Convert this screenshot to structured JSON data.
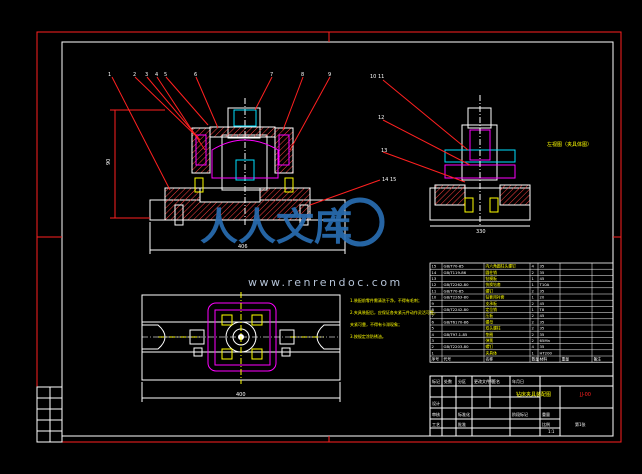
{
  "drawing": {
    "callouts": [
      "1",
      "2",
      "3",
      "4",
      "5",
      "6",
      "7",
      "8",
      "9",
      "10",
      "11",
      "12",
      "13",
      "14",
      "15"
    ],
    "dimensions": {
      "front_height": "90",
      "front_width": "406",
      "side_width": "330",
      "plan_width": "400"
    },
    "side_view_label": "左视图（夹具体图）",
    "tech_requirements": [
      "1.装配前零件需清洗干净，不得有毛刺；",
      "2.夹具装配后，应保证各夹紧元件动作灵活可靠，",
      "  夹紧可靠，不得有卡滞现象；",
      "3.按规定涂防锈油。"
    ]
  },
  "parts_list": {
    "rows": [
      {
        "no": "15",
        "code": "GB/T70-85",
        "name": "内六角圆柱头螺钉",
        "qty": "4",
        "material": "35",
        "weight": "",
        "note": ""
      },
      {
        "no": "14",
        "code": "GB/T119-86",
        "name": "圆柱销",
        "qty": "2",
        "material": "35",
        "weight": "",
        "note": ""
      },
      {
        "no": "13",
        "code": "",
        "name": "钻模板",
        "qty": "1",
        "material": "45",
        "weight": "",
        "note": ""
      },
      {
        "no": "12",
        "code": "GB/T2262-80",
        "name": "快换钻套",
        "qty": "1",
        "material": "T10A",
        "weight": "",
        "note": ""
      },
      {
        "no": "11",
        "code": "GB/T70-85",
        "name": "螺钉",
        "qty": "2",
        "material": "35",
        "weight": "",
        "note": ""
      },
      {
        "no": "10",
        "code": "GB/T2263-80",
        "name": "钻套用衬套",
        "qty": "1",
        "material": "20",
        "weight": "",
        "note": ""
      },
      {
        "no": "9",
        "code": "",
        "name": "支承板",
        "qty": "2",
        "material": "45",
        "weight": "",
        "note": ""
      },
      {
        "no": "8",
        "code": "GB/T2242-80",
        "name": "定位销",
        "qty": "1",
        "material": "T8",
        "weight": "",
        "note": ""
      },
      {
        "no": "7",
        "code": "",
        "name": "压板",
        "qty": "2",
        "material": "45",
        "weight": "",
        "note": ""
      },
      {
        "no": "6",
        "code": "GB/T6170-86",
        "name": "螺母",
        "qty": "2",
        "material": "35",
        "weight": "",
        "note": ""
      },
      {
        "no": "5",
        "code": "",
        "name": "双头螺柱",
        "qty": "2",
        "material": "35",
        "weight": "",
        "note": ""
      },
      {
        "no": "4",
        "code": "GB/T97.1-85",
        "name": "垫圈",
        "qty": "2",
        "material": "35",
        "weight": "",
        "note": ""
      },
      {
        "no": "3",
        "code": "",
        "name": "弹簧",
        "qty": "2",
        "material": "65Mn",
        "weight": "",
        "note": ""
      },
      {
        "no": "2",
        "code": "GB/T2203-80",
        "name": "螺钉",
        "qty": "4",
        "material": "35",
        "weight": "",
        "note": ""
      },
      {
        "no": "1",
        "code": "",
        "name": "夹具体",
        "qty": "1",
        "material": "HT200",
        "weight": "",
        "note": ""
      }
    ],
    "header": {
      "no": "序号",
      "code": "代号",
      "name": "名称",
      "qty": "数量",
      "material": "材料",
      "weight": "重量",
      "note": "备注"
    }
  },
  "title_block": {
    "title": "钻床夹具装配图",
    "drawing_no": "JJ-00",
    "scale": "1:1",
    "sheet": "第1张",
    "cells": [
      "标记",
      "处数",
      "分区",
      "更改文件号",
      "签名",
      "年月日",
      "设计",
      "审核",
      "工艺",
      "标准化",
      "批准",
      "阶段标记",
      "重量",
      "比例"
    ]
  },
  "watermark": {
    "text": "人人文库",
    "url": "www.renrendoc.com"
  },
  "colors": {
    "frame": "#ff2020",
    "border": "#ffffff",
    "hatch": "#ff4040",
    "cyan": "#00e0ff",
    "magenta": "#ff00ff",
    "yellow": "#ffff00",
    "blue": "#2060ff",
    "green": "#00ff60",
    "watermark": "#2a6fb5"
  }
}
